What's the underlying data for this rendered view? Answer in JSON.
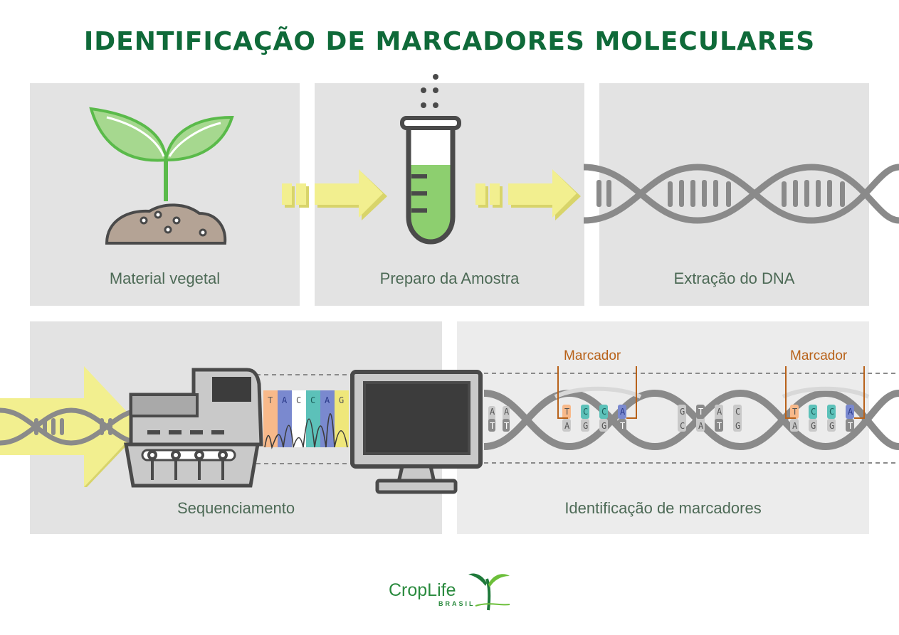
{
  "title": "IDENTIFICAÇÃO DE MARCADORES MOLECULARES",
  "steps": {
    "material": "Material vegetal",
    "preparo": "Preparo da Amostra",
    "extracao": "Extração do DNA",
    "sequenciamento": "Sequenciamento",
    "identificacao": "Identificação de marcadores"
  },
  "sequence_trace": [
    "T",
    "A",
    "C",
    "C",
    "A",
    "G"
  ],
  "marker_label": "Marcador",
  "dna_strand": {
    "pair1": {
      "top": [
        "A",
        "A"
      ],
      "bottom": [
        "T",
        "T"
      ]
    },
    "marker1": {
      "top": [
        "T",
        "C",
        "C",
        "A"
      ],
      "bottom": [
        "A",
        "G",
        "G",
        "T"
      ]
    },
    "middle": {
      "top": [
        "G",
        "T",
        "A",
        "C"
      ],
      "bottom": [
        "C",
        "A",
        "T",
        "G"
      ]
    },
    "marker2": {
      "top": [
        "T",
        "C",
        "C",
        "A"
      ],
      "bottom": [
        "A",
        "G",
        "G",
        "T"
      ]
    }
  },
  "logo": {
    "name": "CropLife",
    "sub": "BRASIL"
  },
  "colors": {
    "title": "#0f6a39",
    "label": "#4d6a56",
    "marker": "#b8621a",
    "arrow": "#f2ef8f",
    "dna": "#8a8a8a",
    "tube_liquid": "#8dcf6f"
  }
}
